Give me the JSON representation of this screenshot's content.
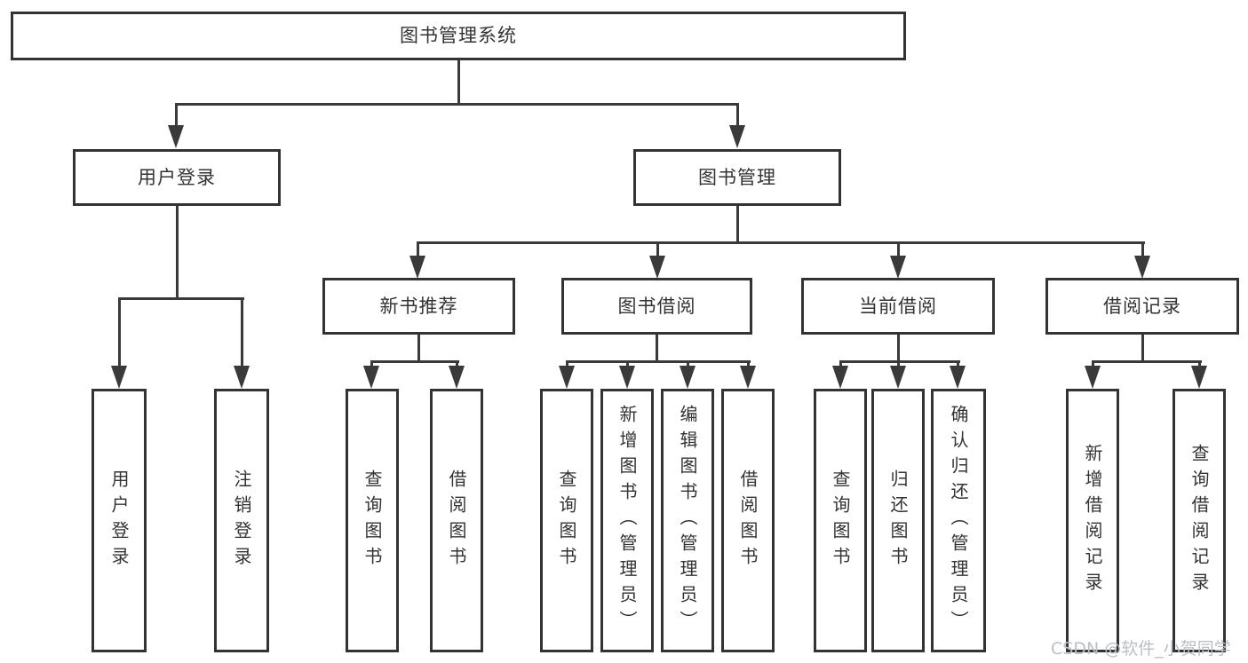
{
  "diagram_title": "图书管理系统",
  "nodes": {
    "root": "图书管理系统",
    "user_login": "用户登录",
    "book_mgmt": "图书管理",
    "new_book_rec": "新书推荐",
    "book_borrow": "图书借阅",
    "current_borrow": "当前借阅",
    "borrow_record": "借阅记录",
    "login": "用户登录",
    "logout": "注销登录",
    "query_book_1": "查询图书",
    "borrow_book_1": "借阅图书",
    "query_book_2": "查询图书",
    "add_book": "新增图书（管理员）",
    "edit_book": "编辑图书（管理员）",
    "borrow_book_2": "借阅图书",
    "query_book_3": "查询图书",
    "return_book": "归还图书",
    "confirm_return": "确认归还（管理员）",
    "add_borrow_record": "新增借阅记录",
    "query_borrow_record": "查询借阅记录"
  },
  "tree": {
    "label": "图书管理系统",
    "children": [
      {
        "label": "用户登录",
        "children": [
          {
            "label": "用户登录"
          },
          {
            "label": "注销登录"
          }
        ]
      },
      {
        "label": "图书管理",
        "children": [
          {
            "label": "新书推荐",
            "children": [
              {
                "label": "查询图书"
              },
              {
                "label": "借阅图书"
              }
            ]
          },
          {
            "label": "图书借阅",
            "children": [
              {
                "label": "查询图书"
              },
              {
                "label": "新增图书（管理员）"
              },
              {
                "label": "编辑图书（管理员）"
              },
              {
                "label": "借阅图书"
              }
            ]
          },
          {
            "label": "当前借阅",
            "children": [
              {
                "label": "查询图书"
              },
              {
                "label": "归还图书"
              },
              {
                "label": "确认归还（管理员）"
              }
            ]
          },
          {
            "label": "借阅记录",
            "children": [
              {
                "label": "新增借阅记录"
              },
              {
                "label": "查询借阅记录"
              }
            ]
          }
        ]
      }
    ]
  },
  "watermark": "CSDN @软件_小贺同学",
  "colors": {
    "line": "#3a3a3a",
    "box_border": "#333333",
    "text": "#333333",
    "watermark": "#b9bfc7",
    "background": "#ffffff"
  }
}
